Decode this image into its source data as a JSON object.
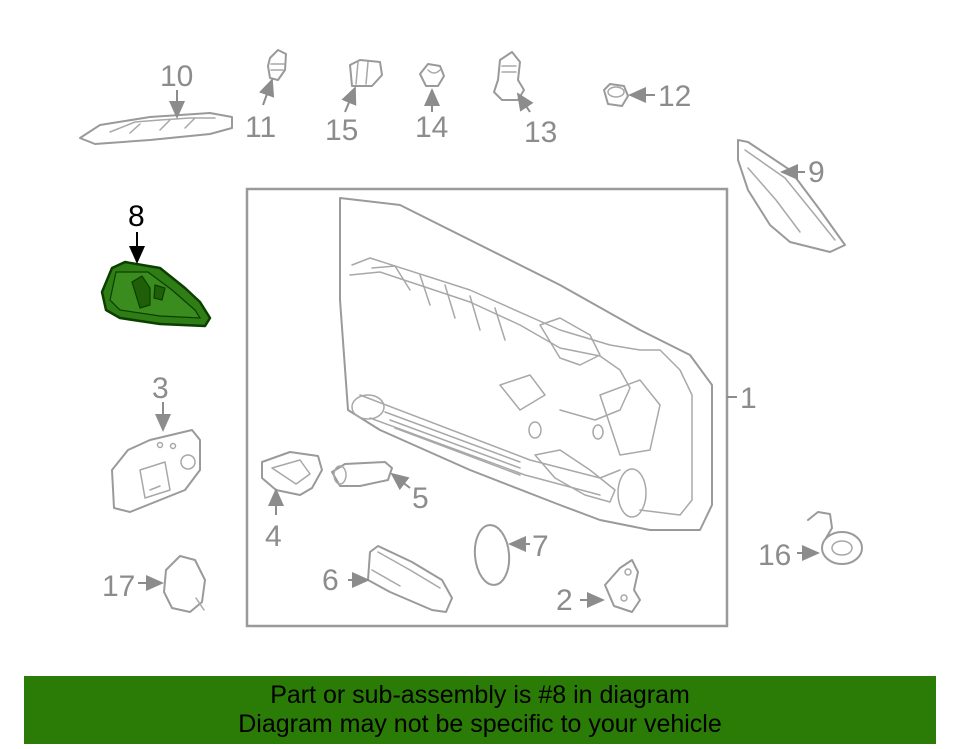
{
  "colors": {
    "highlight": "#2f7d15",
    "highlight_dark": "#0b3f00",
    "banner_bg": "#2a7c07",
    "line_gray": "#9a9a9a",
    "label_gray": "#8c8c8c"
  },
  "diagram": {
    "highlighted_part": "8",
    "callouts": {
      "c1": "1",
      "c2": "2",
      "c3": "3",
      "c4": "4",
      "c5": "5",
      "c6": "6",
      "c7": "7",
      "c8": "8",
      "c9": "9",
      "c10": "10",
      "c11": "11",
      "c12": "12",
      "c13": "13",
      "c14": "14",
      "c15": "15",
      "c16": "16",
      "c17": "17"
    }
  },
  "banner": {
    "line1": "Part or sub-assembly is #8 in diagram",
    "line2": "Diagram may not be specific to your vehicle"
  }
}
